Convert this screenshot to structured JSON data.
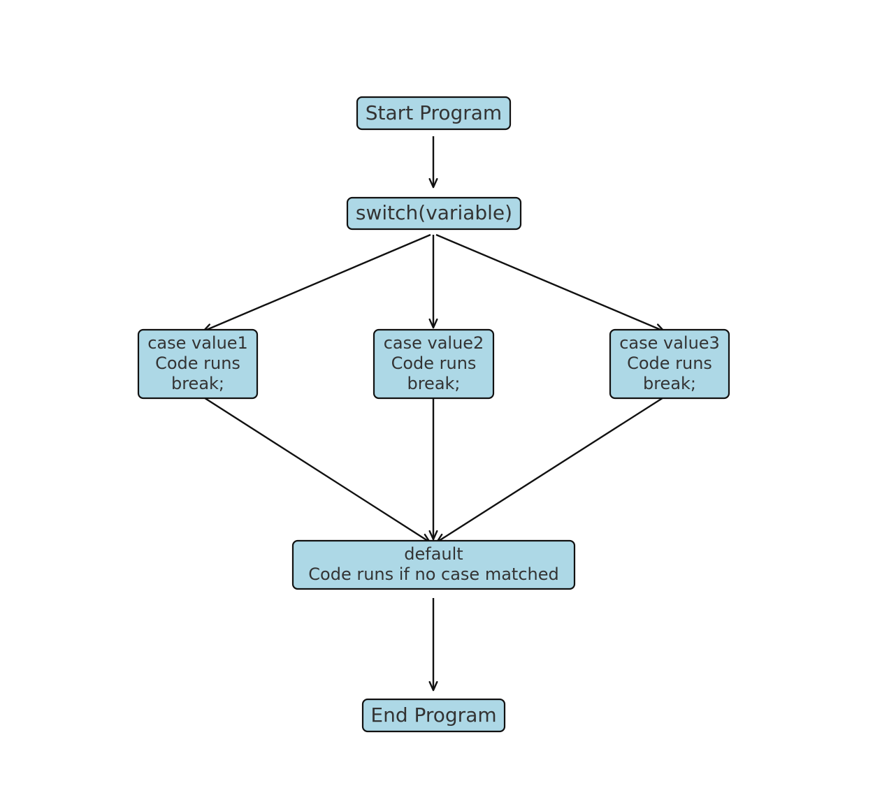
{
  "nodes": {
    "start": {
      "lines": [
        "Start Program"
      ]
    },
    "switch": {
      "lines": [
        "switch(variable)"
      ]
    },
    "case1": {
      "lines": [
        "case value1",
        "Code runs",
        "break;"
      ]
    },
    "case2": {
      "lines": [
        "case value2",
        "Code runs",
        "break;"
      ]
    },
    "case3": {
      "lines": [
        "case value3",
        "Code runs",
        "break;"
      ]
    },
    "default": {
      "lines": [
        "default",
        "Code runs if no case matched"
      ]
    },
    "end": {
      "lines": [
        "End Program"
      ]
    }
  },
  "edges": [
    {
      "from": "start",
      "to": "switch"
    },
    {
      "from": "switch",
      "to": "case1"
    },
    {
      "from": "switch",
      "to": "case2"
    },
    {
      "from": "switch",
      "to": "case3"
    },
    {
      "from": "case1",
      "to": "default"
    },
    {
      "from": "case2",
      "to": "default"
    },
    {
      "from": "case3",
      "to": "default"
    },
    {
      "from": "default",
      "to": "end"
    }
  ],
  "colors": {
    "node_fill": "#add8e6",
    "node_stroke": "#111111",
    "text": "#333333"
  }
}
